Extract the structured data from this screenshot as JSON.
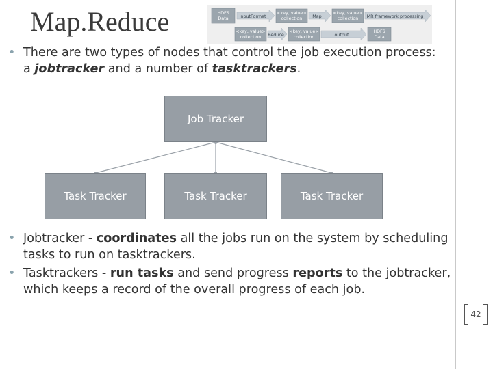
{
  "slide": {
    "title": "Map.Reduce",
    "page_number": "42"
  },
  "flow": {
    "hdfs_data_1": [
      "HDFS",
      "Data"
    ],
    "input_format": "InputFormat",
    "kv_collection_1": [
      "<key, value>",
      "collection"
    ],
    "map": "Map",
    "kv_collection_2": [
      "<key, value>",
      "collection"
    ],
    "mr_framework": "MR framework processing",
    "kv_collection_3": [
      "<key, value>",
      "collection"
    ],
    "reduce": "Reduce",
    "kv_collection_4": [
      "<key, value>",
      "collection"
    ],
    "output_format": "output",
    "hdfs_data_2": [
      "HDFS",
      "Data"
    ]
  },
  "intro": {
    "bullets": [
      {
        "parts": [
          {
            "text": "There are two types of nodes that control the job execution process: a ",
            "style": "normal"
          },
          {
            "text": "jobtracker",
            "style": "bold-italic"
          },
          {
            "text": " and a number of ",
            "style": "normal"
          },
          {
            "text": "tasktrackers",
            "style": "bold-italic"
          },
          {
            "text": ".",
            "style": "normal"
          }
        ]
      }
    ]
  },
  "diagram": {
    "job_tracker": "Job Tracker",
    "task_trackers": [
      "Task Tracker",
      "Task Tracker",
      "Task Tracker"
    ]
  },
  "details": {
    "bullets": [
      {
        "parts": [
          {
            "text": "Jobtracker - ",
            "style": "normal"
          },
          {
            "text": "coordinates",
            "style": "bold"
          },
          {
            "text": " all the jobs run on the system by scheduling tasks to run on tasktrackers.",
            "style": "normal"
          }
        ]
      },
      {
        "parts": [
          {
            "text": "Tasktrackers - ",
            "style": "normal"
          },
          {
            "text": "run tasks",
            "style": "bold"
          },
          {
            "text": " and send progress ",
            "style": "normal"
          },
          {
            "text": "reports",
            "style": "bold"
          },
          {
            "text": " to the jobtracker, which keeps a record of the overall progress of each job.",
            "style": "normal"
          }
        ]
      }
    ]
  }
}
